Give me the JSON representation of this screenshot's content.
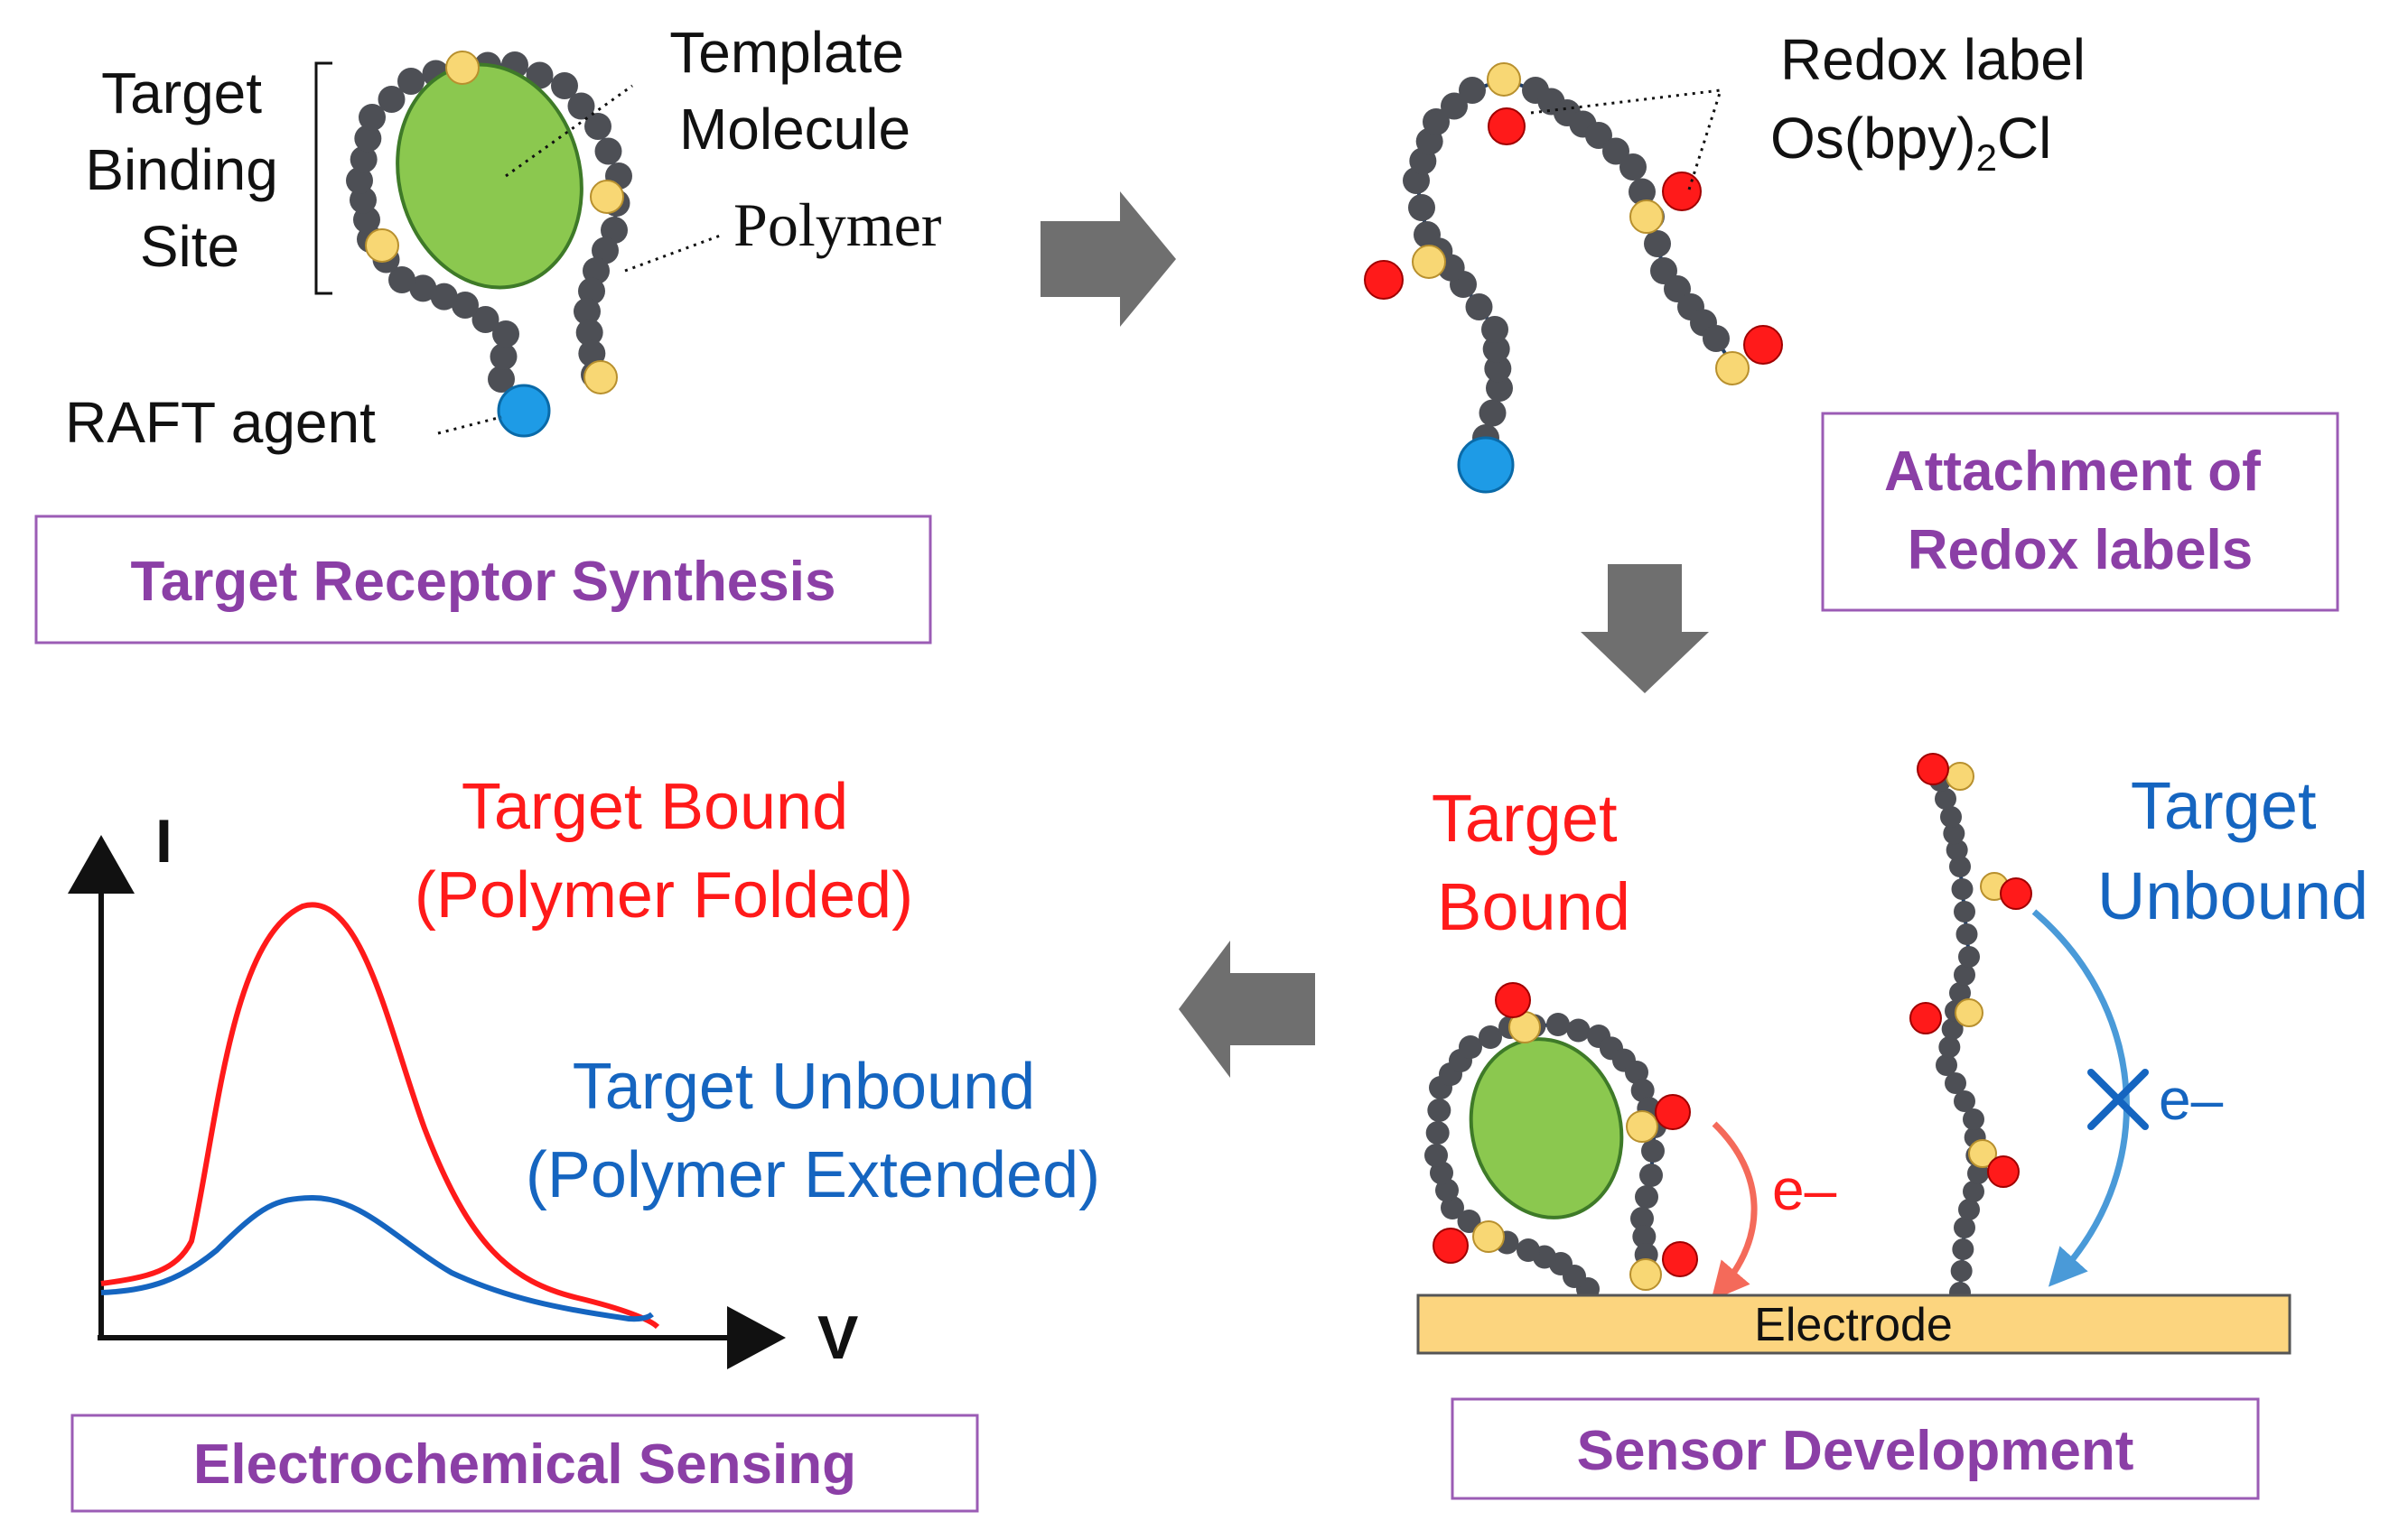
{
  "panels": {
    "synthesis": {
      "title": "Target Receptor Synthesis",
      "label_target_binding": [
        "Target",
        "Binding",
        "Site"
      ],
      "label_template": [
        "Template",
        "Molecule"
      ],
      "label_polymer": "Polymer",
      "label_raft": "RAFT agent"
    },
    "redox": {
      "title_lines": [
        "Attachment of",
        "Redox labels"
      ],
      "label_lines": [
        "Redox label",
        "Os(bpy)"
      ],
      "label_sub": "2",
      "label_tail": "Cl"
    },
    "sensor": {
      "title": "Sensor Development",
      "bound_lines": [
        "Target",
        "Bound"
      ],
      "unbound_lines": [
        "Target",
        "Unbound"
      ],
      "electron_label": "e–",
      "electrode_label": "Electrode"
    },
    "sensing": {
      "title": "Electrochemical Sensing",
      "y_axis": "I",
      "x_axis": "V",
      "bound_lines": [
        "Target Bound",
        "(Polymer Folded)"
      ],
      "unbound_lines": [
        "Target Unbound",
        "(Polymer Extended)"
      ]
    }
  },
  "colors": {
    "accent_purple": "#8b3fa6",
    "bound_red": "#ff1a1a",
    "unbound_blue": "#1565c0",
    "template_green": "#8bc84f",
    "monomer_gray": "#4d4f55",
    "site_yellow": "#f8d774",
    "redox_red": "#ff1a1a",
    "raft_blue": "#1e9be6",
    "electrode_gold": "#fcd57f",
    "arrow_gray": "#6f6f6f"
  }
}
